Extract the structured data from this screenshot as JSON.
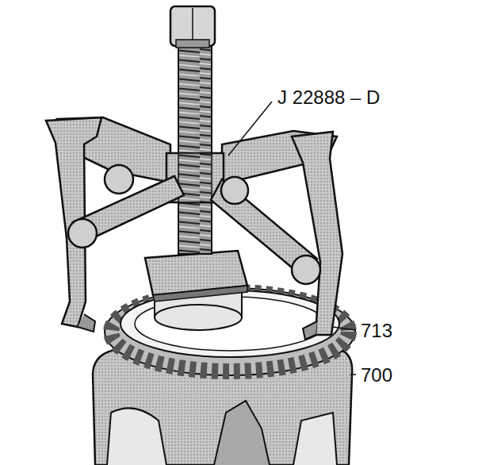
{
  "diagram": {
    "labels": [
      "J 22888 – D",
      "713",
      "700"
    ]
  }
}
